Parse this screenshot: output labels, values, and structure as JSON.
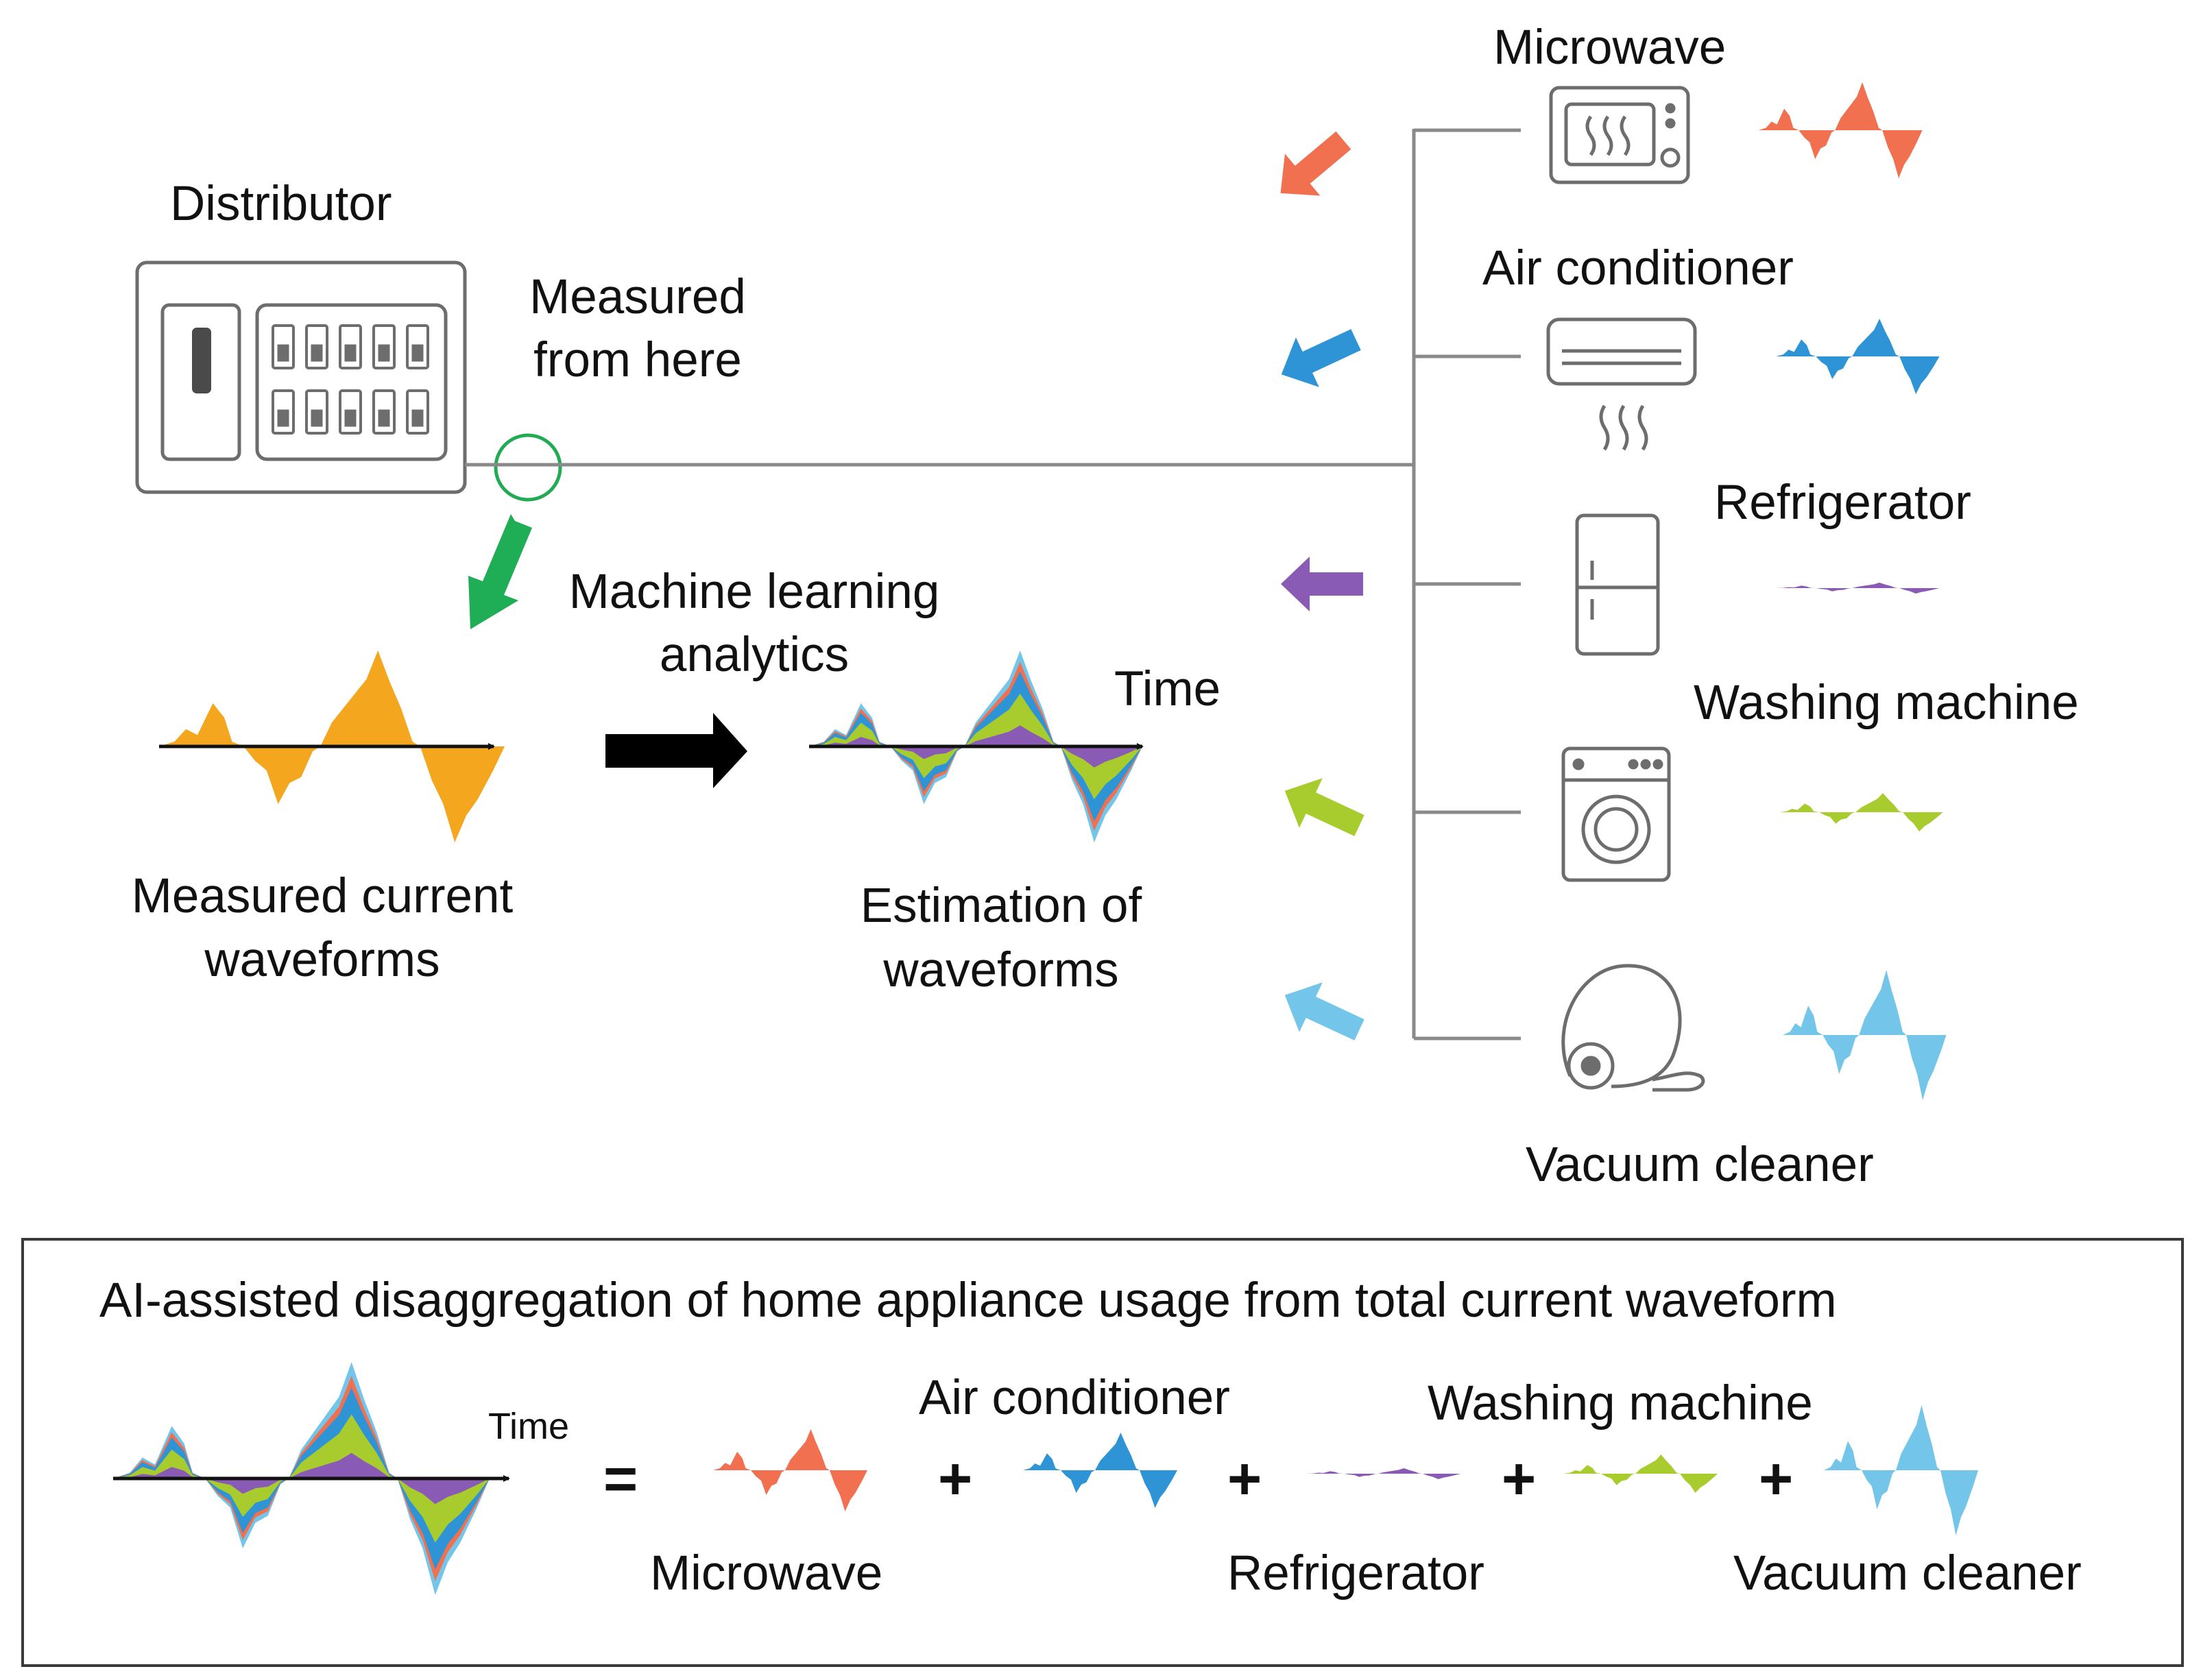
{
  "labels": {
    "distributor": "Distributor",
    "measured_from_here_1": "Measured",
    "measured_from_here_2": "from here",
    "ml_analytics_1": "Machine learning",
    "ml_analytics_2": "analytics",
    "time": "Time",
    "measured_current_1": "Measured current",
    "measured_current_2": "waveforms",
    "estimation_1": "Estimation of",
    "estimation_2": "waveforms"
  },
  "appliances": [
    {
      "key": "microwave",
      "label": "Microwave",
      "color": "#f07050"
    },
    {
      "key": "air_conditioner",
      "label": "Air conditioner",
      "color": "#2f94d6"
    },
    {
      "key": "refrigerator",
      "label": "Refrigerator",
      "color": "#8a5bb5"
    },
    {
      "key": "washing_machine",
      "label": "Washing machine",
      "color": "#a8cc2e"
    },
    {
      "key": "vacuum_cleaner",
      "label": "Vacuum cleaner",
      "color": "#74c5ea"
    }
  ],
  "colors": {
    "measured_waveform": "#f3a61e",
    "arrow_green": "#1fae55",
    "arrow_black": "#000000",
    "wire": "#8a8a8a",
    "icon_stroke": "#6d6d6d",
    "probe_circle": "#22aa55"
  },
  "summary_box": {
    "title": "AI-assisted disaggregation of home appliance usage from total current waveform",
    "time_label": "Time",
    "equals": "=",
    "plus": "+",
    "labels": {
      "microwave": "Microwave",
      "air_conditioner": "Air conditioner",
      "refrigerator": "Refrigerator",
      "washing_machine": "Washing machine",
      "vacuum_cleaner": "Vacuum cleaner"
    }
  }
}
